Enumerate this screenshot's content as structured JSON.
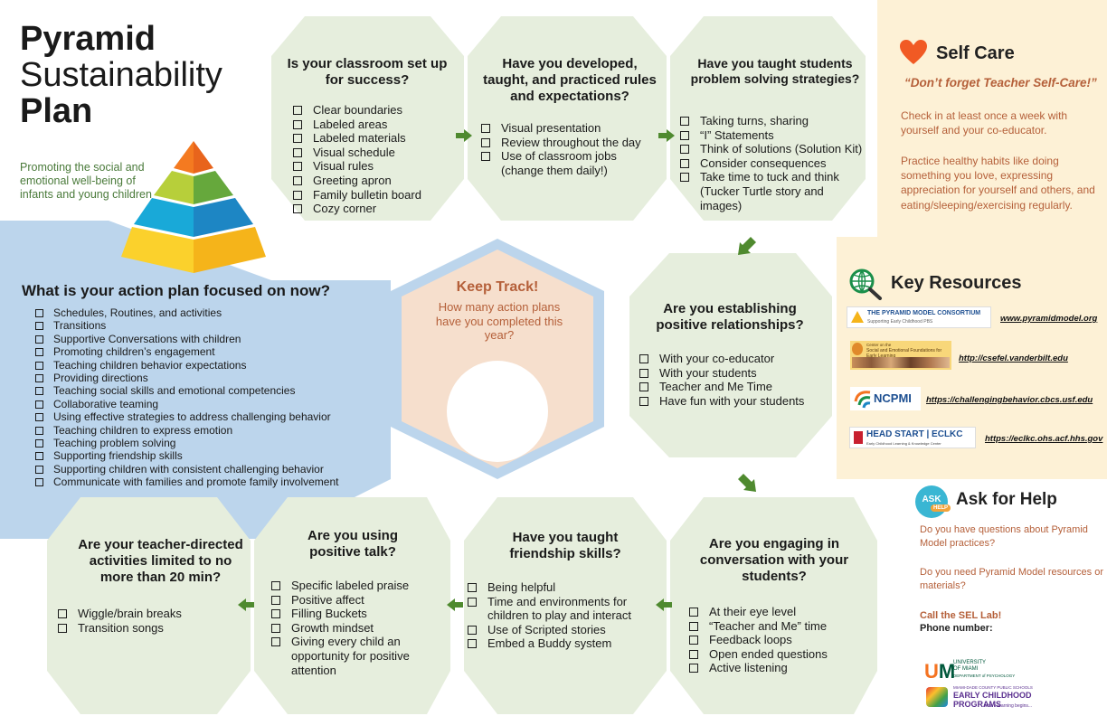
{
  "title": {
    "line1": "Pyramid",
    "line2": "Sustainability",
    "line3": "Plan"
  },
  "tagline": "Promoting the social and emotional well-being of infants and young children",
  "hexagons": {
    "classroom": {
      "title": "Is your classroom set up for success?",
      "items": [
        "Clear boundaries",
        "Labeled areas",
        "Labeled materials",
        "Visual schedule",
        "Visual rules",
        "Greeting apron",
        "Family bulletin board",
        "Cozy corner"
      ]
    },
    "rules": {
      "title": "Have you developed, taught, and practiced rules and expectations?",
      "items": [
        "Visual presentation",
        "Review throughout the day",
        "Use of classroom jobs (change them daily!)"
      ]
    },
    "problem": {
      "title": "Have you taught students problem solving strategies?",
      "items": [
        "Taking turns, sharing",
        "“I” Statements",
        "Think of solutions (Solution Kit)",
        "Consider consequences",
        "Take time to tuck and think (Tucker Turtle story and images)"
      ]
    },
    "relationships": {
      "title": "Are you establishing positive relationships?",
      "items": [
        "With your co-educator",
        "With your students",
        "Teacher and Me Time",
        "Have fun with your students"
      ]
    },
    "conversation": {
      "title": "Are you engaging in conversation with your students?",
      "items": [
        "At their eye level",
        "“Teacher and Me” time",
        "Feedback loops",
        "Open ended questions",
        "Active listening"
      ]
    },
    "friendship": {
      "title": "Have you taught friendship skills?",
      "items": [
        "Being helpful",
        "Time and environments for children to play and interact",
        "Use of Scripted stories",
        "Embed a Buddy system"
      ]
    },
    "positive_talk": {
      "title": "Are you using positive talk?",
      "items": [
        "Specific labeled praise",
        "Positive affect",
        "Filling Buckets",
        "Growth mindset",
        "Giving every child an opportunity for positive attention"
      ]
    },
    "teacher_directed": {
      "title": "Are your teacher-directed activities limited to no more than 20 min?",
      "items": [
        "Wiggle/brain breaks",
        "Transition songs"
      ]
    }
  },
  "action_plan": {
    "title": "What is your action plan focused on now?",
    "items": [
      "Schedules, Routines, and activities",
      "Transitions",
      "Supportive Conversations with children",
      "Promoting children’s engagement",
      "Teaching children behavior expectations",
      "Providing directions",
      "Teaching social skills and emotional competencies",
      "Collaborative teaming",
      "Using effective strategies to address challenging behavior",
      "Teaching children to express emotion",
      "Teaching problem solving",
      "Supporting friendship skills",
      "Supporting children with consistent challenging behavior",
      "Communicate with families and promote family involvement"
    ]
  },
  "keep_track": {
    "title": "Keep Track!",
    "question": "How many action plans have you completed this year?"
  },
  "self_care": {
    "title": "Self Care",
    "quote": "“Don’t forget Teacher Self-Care!”",
    "p1": "Check in at least once a week with yourself and your co-educator.",
    "p2": "Practice healthy habits like doing something you love, expressing appreciation for yourself and others, and eating/sleeping/exercising regularly."
  },
  "key_resources": {
    "title": "Key Resources",
    "items": [
      {
        "logo": "THE PYRAMID MODEL CONSORTIUM",
        "logo_sub": "Supporting Early Childhood PBS",
        "url": "www.pyramidmodel.org"
      },
      {
        "logo": "Social and Emotional Foundations for Early Learning",
        "logo_sub": "Center on the",
        "url": "http://csefel.vanderbilt.edu"
      },
      {
        "logo": "NCPMI",
        "logo_sub": "",
        "url": "https://challengingbehavior.cbcs.usf.edu"
      },
      {
        "logo": "HEAD START | ECLKC",
        "logo_sub": "Early Childhood Learning & Knowledge Center",
        "url": "https://eclkc.ohs.acf.hhs.gov"
      }
    ]
  },
  "ask_for_help": {
    "badge": "ASK",
    "badge_sub": "HELP",
    "title": "Ask for Help",
    "q1": "Do you have questions about Pyramid Model practices?",
    "q2": "Do you need Pyramid Model resources or materials?",
    "call": "Call the SEL Lab!",
    "phone_label": "Phone number:"
  },
  "footer_logo": {
    "u_name": "UNIVERSITY",
    "u_of": "OF MIAMI",
    "u_dept": "DEPARTMENT of PSYCHOLOGY",
    "schools": "MIAMI-DADE COUNTY PUBLIC SCHOOLS",
    "program": "EARLY CHILDHOOD PROGRAMS",
    "slogan": "where learning begins..."
  },
  "colors": {
    "hex_green": "#e6eedd",
    "action_blue": "#bcd5ec",
    "keep_peach": "#f6dfcd",
    "right_panel": "#fdf1d6",
    "arrow_green": "#4f8a2f",
    "accent_orange": "#b5603a"
  }
}
